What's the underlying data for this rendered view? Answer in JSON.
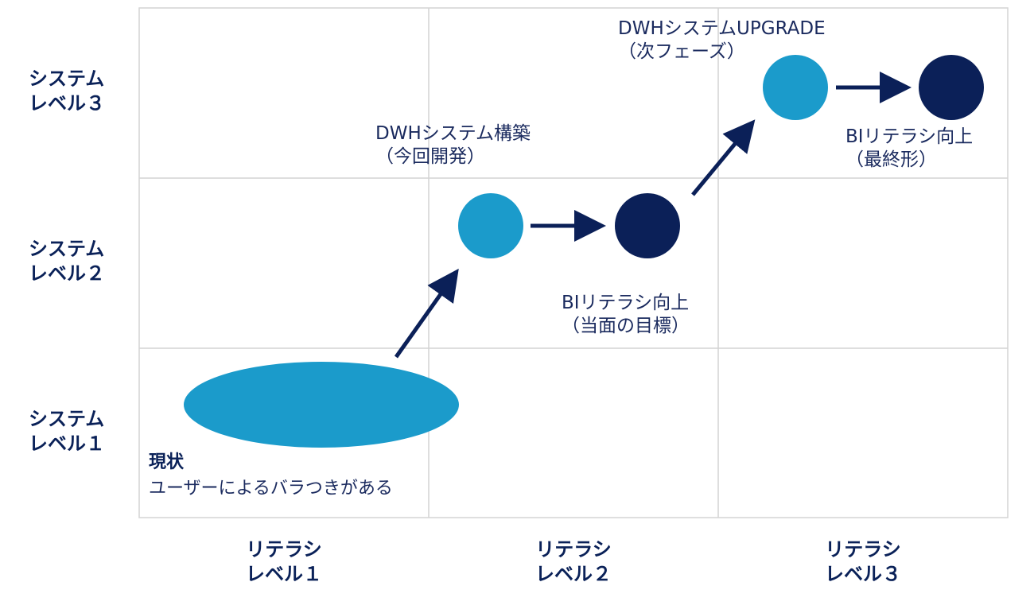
{
  "colors": {
    "grid": "#d4d4d4",
    "light_circle": "#1b9bcb",
    "dark_circle": "#0b2058",
    "arrow": "#0b2058",
    "text": "#0a2158"
  },
  "y_axis": {
    "rows": [
      "システム\nレベル３",
      "システム\nレベル２",
      "システム\nレベル１"
    ]
  },
  "x_axis": {
    "columns": [
      "リテラシ\nレベル１",
      "リテラシ\nレベル２",
      "リテラシ\nレベル３"
    ]
  },
  "labels": {
    "dwh_build": "DWHシステム構築\n（今回開発）",
    "bi_current_goal": "BIリテラシ向上\n（当面の目標）",
    "dwh_upgrade": "DWHシステムUPGRADE\n（次フェーズ）",
    "bi_final": "BIリテラシ向上\n（最終形）",
    "current_title": "現状",
    "current_desc": "ユーザーによるバラつきがある"
  }
}
